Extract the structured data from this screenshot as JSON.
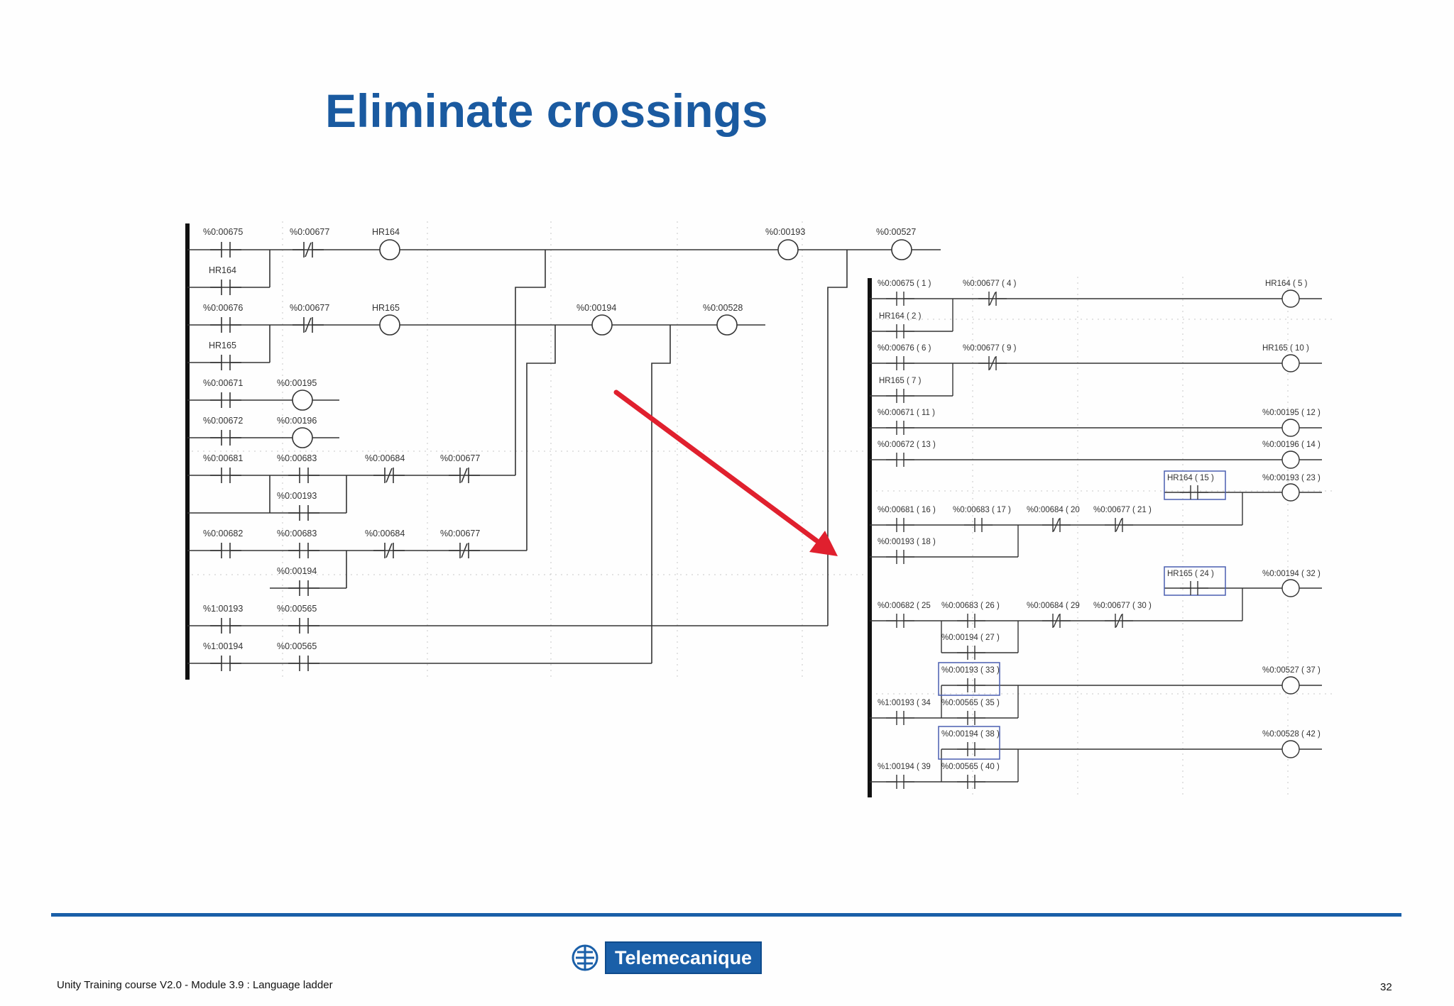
{
  "slide": {
    "title": "Eliminate crossings",
    "footer_text": "Unity Training course V2.0 - Module 3.9 : Language ladder",
    "page_number": "32",
    "logo_text": "Telemecanique",
    "colors": {
      "title": "#1a5aa0",
      "footer_rule": "#1a5fa8",
      "arrow": "#e0202e",
      "logo": "#1a5fa8"
    }
  },
  "left_diagram": {
    "labels": [
      "%0:00675",
      "%0:00677",
      "HR164",
      "%0:00193",
      "%0:00527",
      "HR164",
      "%0:00676",
      "%0:00677",
      "HR165",
      "%0:00194",
      "%0:00528",
      "HR165",
      "%0:00671",
      "%0:00195",
      "%0:00672",
      "%0:00196",
      "%0:00681",
      "%0:00683",
      "%0:00684",
      "%0:00677",
      "%0:00193",
      "%0:00682",
      "%0:00683",
      "%0:00684",
      "%0:00677",
      "%0:00194",
      "%1:00193",
      "%0:00565",
      "%1:00194",
      "%0:00565"
    ]
  },
  "right_diagram": {
    "labels": [
      "%0:00675 ( 1 )",
      "%0:00677 ( 4 )",
      "HR164 ( 5 )",
      "HR164 ( 2 )",
      "%0:00676 ( 6 )",
      "%0:00677 ( 9 )",
      "HR165 ( 10 )",
      "HR165 ( 7 )",
      "%0:00671 ( 11 )",
      "%0:00195 ( 12 )",
      "%0:00672 ( 13 )",
      "%0:00196 ( 14 )",
      "HR164 ( 15 )",
      "%0:00193 ( 23 )",
      "%0:00681 ( 16 )",
      "%0:00683 ( 17 )",
      "%0:00684 ( 20",
      "%0:00677 ( 21 )",
      "%0:00193 ( 18 )",
      "HR165 ( 24 )",
      "%0:00194 ( 32 )",
      "%0:00682 ( 25",
      "%0:00683 ( 26 )",
      "%0:00684 ( 29",
      "%0:00677 ( 30 )",
      "%0:00194 ( 27 )",
      "%0:00193 ( 33 )",
      "%0:00527 ( 37 )",
      "%1:00193 ( 34",
      "%0:00565 ( 35 )",
      "%0:00194 ( 38 )",
      "%0:00528 ( 42 )",
      "%1:00194 ( 39",
      "%0:00565 ( 40 )"
    ]
  }
}
